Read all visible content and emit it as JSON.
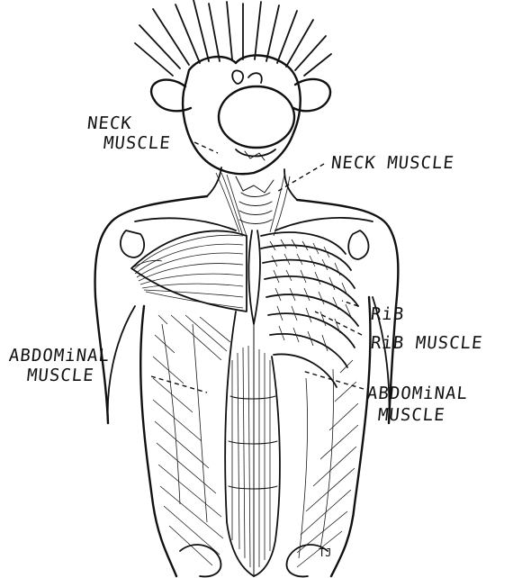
{
  "labels": {
    "neck_muscle_left_line1": "NECK",
    "neck_muscle_left_line2": "MUSCLE",
    "neck_muscle_right": "NECK MUSCLE",
    "rib": "RiB",
    "rib_muscle": "RiB MUSCLE",
    "abdominal_left_line1": "ABDOMiNAL",
    "abdominal_left_line2": "MUSCLE",
    "abdominal_right_line1": "ABDOMiNAL",
    "abdominal_right_line2": "MUSCLE",
    "artist_signature": "TJ"
  },
  "colors": {
    "ink": "#111111",
    "background": "#ffffff"
  }
}
